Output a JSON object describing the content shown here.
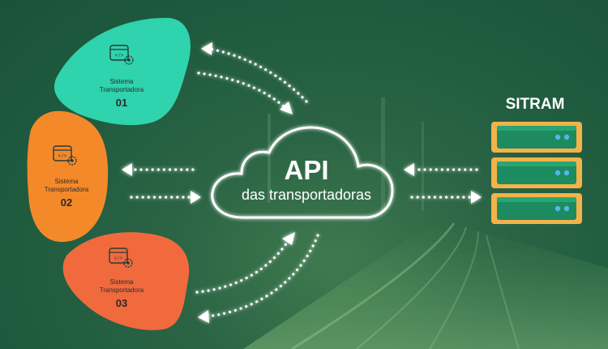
{
  "api": {
    "title": "API",
    "subtitle": "das transportadoras"
  },
  "server": {
    "label": "SITRAM"
  },
  "systems": [
    {
      "name": "Sistema\nTransportadora",
      "number": "01",
      "color": "#2fd3ad"
    },
    {
      "name": "Sistema\nTransportadora",
      "number": "02",
      "color": "#f4892a"
    },
    {
      "name": "Sistema\nTransportadora",
      "number": "03",
      "color": "#f06a3e"
    }
  ],
  "icons": [
    "code-window-gear-icon",
    "cloud-icon",
    "server-rack-icon",
    "arrow-icon"
  ],
  "colors": {
    "background": "#21593e",
    "cloud_stroke": "#ffffff",
    "server_green": "#1fa06f",
    "server_orange": "#f3b24a"
  }
}
